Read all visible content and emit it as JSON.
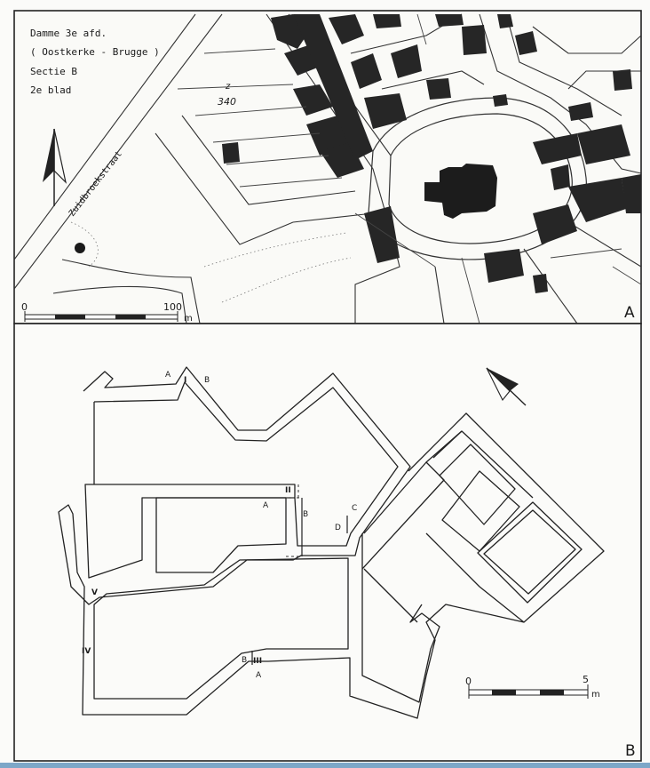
{
  "title_block": {
    "line1": "Damme  3e afd.",
    "line2": "( Oostkerke - Brugge )",
    "line3": "Sectie  B",
    "line4": "2e  blad"
  },
  "map": {
    "street_name": "Zuidbroekstraat",
    "parcel_fraction_top": "z",
    "parcel_number": "340",
    "panel_letter": "A",
    "scale": {
      "start": "0",
      "end": "100",
      "unit": "m"
    }
  },
  "plan": {
    "panel_letter": "B",
    "scale": {
      "start": "0",
      "end": "5",
      "unit": "m"
    },
    "labels": {
      "top_a": "A",
      "top_i": "I",
      "top_b": "B",
      "ii": "II",
      "mid_a": "A",
      "mid_b": "B",
      "c": "C",
      "d": "D",
      "v": "V",
      "iv": "IV",
      "low_b": "B",
      "iii": "III",
      "low_a": "A"
    }
  }
}
